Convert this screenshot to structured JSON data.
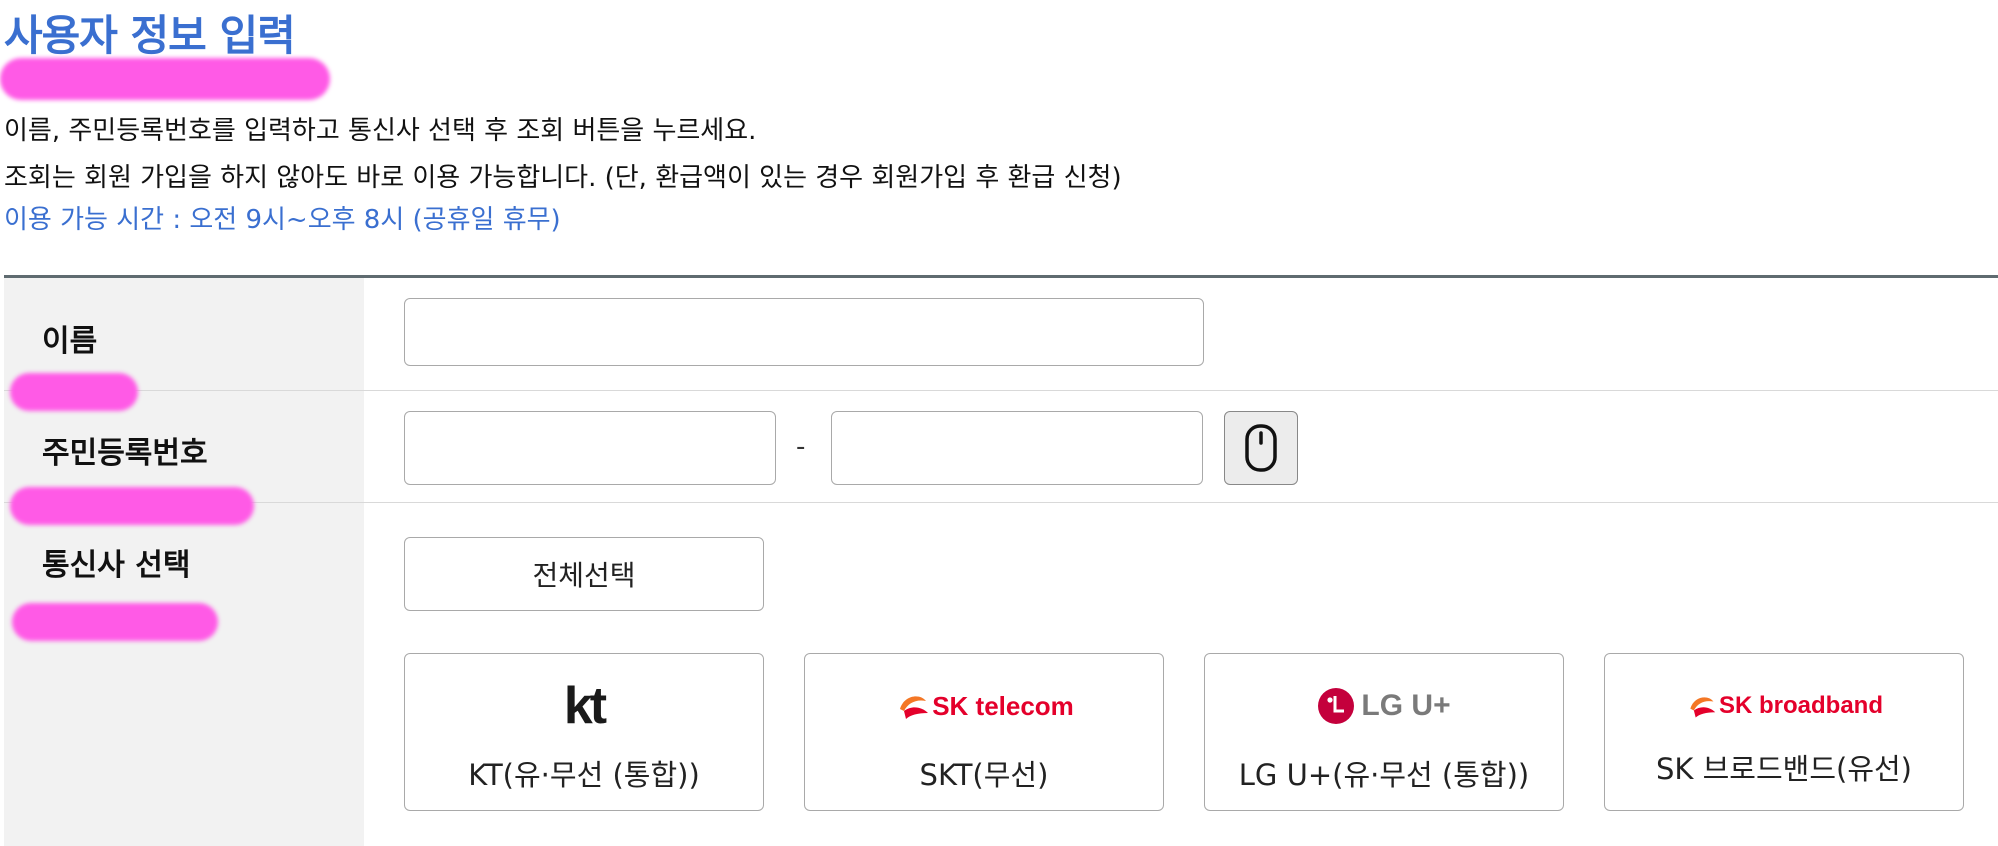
{
  "page": {
    "title": "사용자 정보 입력",
    "instruction_line1": "이름, 주민등록번호를 입력하고 통신사 선택 후 조회 버튼을 누르세요.",
    "instruction_line2": "조회는 회원 가입을 하지 않아도 바로 이용 가능합니다. (단, 환급액이 있는 경우 회원가입 후 환급 신청)",
    "hours_note": "이용 가능 시간 : 오전 9시~오후 8시 (공휴일 휴무)"
  },
  "form": {
    "name_label": "이름",
    "name_value": "",
    "rrn_label": "주민등록번호",
    "rrn_front_value": "",
    "rrn_back_value": "",
    "rrn_separator": "-",
    "carrier_label": "통신사 선택",
    "select_all_label": "전체선택",
    "carriers": [
      {
        "name": "KT(유·무선 (통합))",
        "logo": "kt"
      },
      {
        "name": "SKT(무선)",
        "logo": "SK telecom"
      },
      {
        "name": "LG U+(유·무선 (통합))",
        "logo": "LG U+"
      },
      {
        "name": "SK 브로드밴드(유선)",
        "logo": "SK broadband"
      }
    ]
  },
  "colors": {
    "accent_blue": "#3a6fd0",
    "highlight_magenta": "#ff5ae6",
    "label_bg": "#f2f2f2",
    "divider": "#5f6b70"
  }
}
